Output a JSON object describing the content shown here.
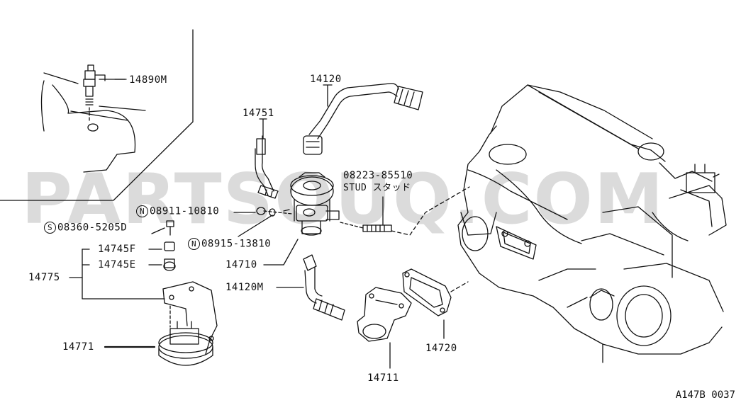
{
  "watermark": "PARTSOUQ.COM",
  "diagram_code": "A147B 0037",
  "labels": {
    "p14890M": "14890M",
    "p14120": "14120",
    "p14751": "14751",
    "stud_part": "08223-85510",
    "stud_text": "STUD スタッド",
    "n1_mark": "N",
    "n1_part": "08911-10810",
    "s_mark": "S",
    "s_part": "08360-5205D",
    "n2_mark": "N",
    "n2_part": "08915-13810",
    "p14745F": "14745F",
    "p14745E": "14745E",
    "p14775": "14775",
    "p14710": "14710",
    "p14120M": "14120M",
    "p14771": "14771",
    "p14720": "14720",
    "p14711": "14711"
  }
}
